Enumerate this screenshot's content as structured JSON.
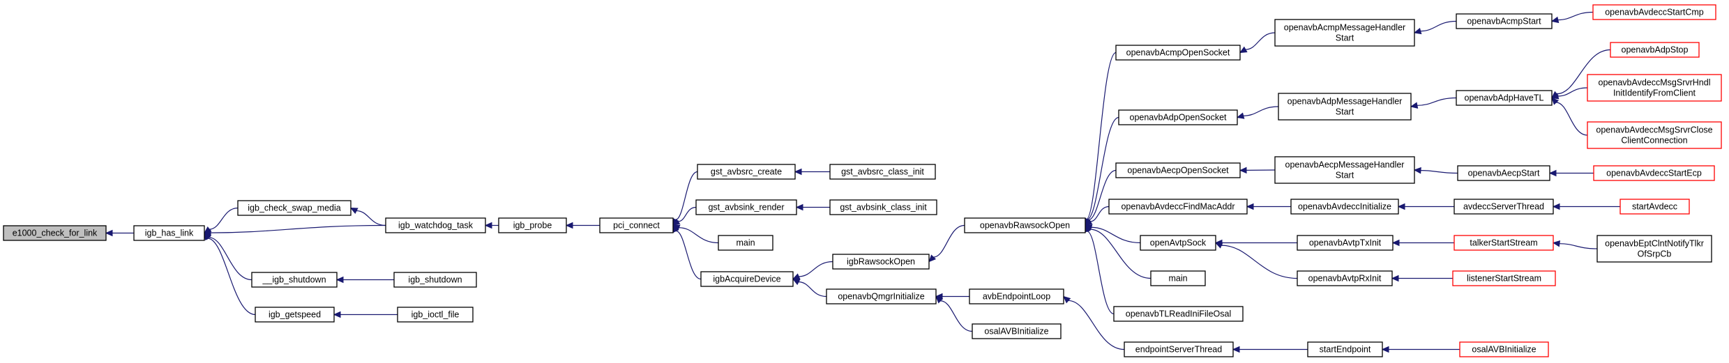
{
  "colors": {
    "edge": "#191970",
    "box_border": "#000000",
    "truncated_border": "#ff0000",
    "root_fill": "#bfbfbf"
  },
  "nodes": [
    {
      "id": "e1000_check_for_link",
      "lines": [
        "e1000_check_for_link"
      ],
      "style": "root"
    },
    {
      "id": "igb_has_link",
      "lines": [
        "igb_has_link"
      ]
    },
    {
      "id": "igb_check_swap_media",
      "lines": [
        "igb_check_swap_media"
      ]
    },
    {
      "id": "__igb_shutdown",
      "lines": [
        "__igb_shutdown"
      ]
    },
    {
      "id": "igb_getspeed",
      "lines": [
        "igb_getspeed"
      ]
    },
    {
      "id": "igb_watchdog_task",
      "lines": [
        "igb_watchdog_task"
      ]
    },
    {
      "id": "igb_shutdown",
      "lines": [
        "igb_shutdown"
      ]
    },
    {
      "id": "igb_ioctl_file",
      "lines": [
        "igb_ioctl_file"
      ]
    },
    {
      "id": "igb_probe",
      "lines": [
        "igb_probe"
      ]
    },
    {
      "id": "pci_connect",
      "lines": [
        "pci_connect"
      ]
    },
    {
      "id": "gst_avbsrc_create",
      "lines": [
        "gst_avbsrc_create"
      ]
    },
    {
      "id": "gst_avbsink_render",
      "lines": [
        "gst_avbsink_render"
      ]
    },
    {
      "id": "main_pci",
      "lines": [
        "main"
      ]
    },
    {
      "id": "igbAcquireDevice",
      "lines": [
        "igbAcquireDevice"
      ]
    },
    {
      "id": "gst_avbsrc_class_init",
      "lines": [
        "gst_avbsrc_class_init"
      ]
    },
    {
      "id": "gst_avbsink_class_init",
      "lines": [
        "gst_avbsink_class_init"
      ]
    },
    {
      "id": "igbRawsockOpen",
      "lines": [
        "igbRawsockOpen"
      ]
    },
    {
      "id": "openavbQmgrInitialize",
      "lines": [
        "openavbQmgrInitialize"
      ]
    },
    {
      "id": "openavbRawsockOpen",
      "lines": [
        "openavbRawsockOpen"
      ]
    },
    {
      "id": "avbEndpointLoop",
      "lines": [
        "avbEndpointLoop"
      ]
    },
    {
      "id": "osalAVBInitialize_a",
      "lines": [
        "osalAVBInitialize"
      ]
    },
    {
      "id": "openavbAcmpOpenSocket",
      "lines": [
        "openavbAcmpOpenSocket"
      ]
    },
    {
      "id": "openavbAdpOpenSocket",
      "lines": [
        "openavbAdpOpenSocket"
      ]
    },
    {
      "id": "openavbAecpOpenSocket",
      "lines": [
        "openavbAecpOpenSocket"
      ]
    },
    {
      "id": "openavbAvdeccFindMacAddr",
      "lines": [
        "openavbAvdeccFindMacAddr"
      ]
    },
    {
      "id": "openAvtpSock",
      "lines": [
        "openAvtpSock"
      ]
    },
    {
      "id": "main_raw",
      "lines": [
        "main"
      ]
    },
    {
      "id": "openavbTLReadIniFileOsal",
      "lines": [
        "openavbTLReadIniFileOsal"
      ]
    },
    {
      "id": "endpointServerThread",
      "lines": [
        "endpointServerThread"
      ]
    },
    {
      "id": "openavbAcmpMessageHandlerStart",
      "lines": [
        "openavbAcmpMessageHandler",
        "Start"
      ]
    },
    {
      "id": "openavbAdpMessageHandlerStart",
      "lines": [
        "openavbAdpMessageHandler",
        "Start"
      ]
    },
    {
      "id": "openavbAecpMessageHandlerStart",
      "lines": [
        "openavbAecpMessageHandler",
        "Start"
      ]
    },
    {
      "id": "openavbAvdeccInitialize",
      "lines": [
        "openavbAvdeccInitialize"
      ]
    },
    {
      "id": "openavbAvtpTxInit",
      "lines": [
        "openavbAvtpTxInit"
      ]
    },
    {
      "id": "openavbAvtpRxInit",
      "lines": [
        "openavbAvtpRxInit"
      ]
    },
    {
      "id": "startEndpoint",
      "lines": [
        "startEndpoint"
      ]
    },
    {
      "id": "openavbAcmpStart",
      "lines": [
        "openavbAcmpStart"
      ]
    },
    {
      "id": "openavbAdpHaveTL",
      "lines": [
        "openavbAdpHaveTL"
      ]
    },
    {
      "id": "openavbAecpStart",
      "lines": [
        "openavbAecpStart"
      ]
    },
    {
      "id": "avdeccServerThread",
      "lines": [
        "avdeccServerThread"
      ]
    },
    {
      "id": "talkerStartStream",
      "lines": [
        "talkerStartStream"
      ],
      "style": "truncated"
    },
    {
      "id": "listenerStartStream",
      "lines": [
        "listenerStartStream"
      ],
      "style": "truncated"
    },
    {
      "id": "osalAVBInitialize_b",
      "lines": [
        "osalAVBInitialize"
      ],
      "style": "truncated"
    },
    {
      "id": "openavbAvdeccStartCmp",
      "lines": [
        "openavbAvdeccStartCmp"
      ],
      "style": "truncated"
    },
    {
      "id": "openavbAdpStop",
      "lines": [
        "openavbAdpStop"
      ],
      "style": "truncated"
    },
    {
      "id": "openavbAvdeccMsgSrvrHndlInitIdentifyFromClient",
      "lines": [
        "openavbAvdeccMsgSrvrHndl",
        "InitIdentifyFromClient"
      ],
      "style": "truncated"
    },
    {
      "id": "openavbAvdeccMsgSrvrCloseClientConnection",
      "lines": [
        "openavbAvdeccMsgSrvrClose",
        "ClientConnection"
      ],
      "style": "truncated"
    },
    {
      "id": "openavbAvdeccStartEcp",
      "lines": [
        "openavbAvdeccStartEcp"
      ],
      "style": "truncated"
    },
    {
      "id": "startAvdecc",
      "lines": [
        "startAvdecc"
      ],
      "style": "truncated"
    },
    {
      "id": "openavbEptClntNotifyTlkrOfSrpCb",
      "lines": [
        "openavbEptClntNotifyTlkr",
        "OfSrpCb"
      ]
    }
  ],
  "edges": [
    [
      "igb_has_link",
      "e1000_check_for_link"
    ],
    [
      "igb_check_swap_media",
      "igb_has_link"
    ],
    [
      "igb_watchdog_task",
      "igb_has_link"
    ],
    [
      "__igb_shutdown",
      "igb_has_link"
    ],
    [
      "igb_getspeed",
      "igb_has_link"
    ],
    [
      "igb_watchdog_task",
      "igb_check_swap_media"
    ],
    [
      "igb_probe",
      "igb_watchdog_task"
    ],
    [
      "igb_shutdown",
      "__igb_shutdown"
    ],
    [
      "igb_ioctl_file",
      "igb_getspeed"
    ],
    [
      "pci_connect",
      "igb_probe"
    ],
    [
      "gst_avbsrc_create",
      "pci_connect"
    ],
    [
      "gst_avbsink_render",
      "pci_connect"
    ],
    [
      "main_pci",
      "pci_connect"
    ],
    [
      "igbAcquireDevice",
      "pci_connect"
    ],
    [
      "gst_avbsrc_class_init",
      "gst_avbsrc_create"
    ],
    [
      "gst_avbsink_class_init",
      "gst_avbsink_render"
    ],
    [
      "igbRawsockOpen",
      "igbAcquireDevice"
    ],
    [
      "openavbQmgrInitialize",
      "igbAcquireDevice"
    ],
    [
      "openavbRawsockOpen",
      "igbRawsockOpen"
    ],
    [
      "avbEndpointLoop",
      "openavbQmgrInitialize"
    ],
    [
      "osalAVBInitialize_a",
      "openavbQmgrInitialize"
    ],
    [
      "openavbAcmpOpenSocket",
      "openavbRawsockOpen"
    ],
    [
      "openavbAdpOpenSocket",
      "openavbRawsockOpen"
    ],
    [
      "openavbAecpOpenSocket",
      "openavbRawsockOpen"
    ],
    [
      "openavbAvdeccFindMacAddr",
      "openavbRawsockOpen"
    ],
    [
      "openAvtpSock",
      "openavbRawsockOpen"
    ],
    [
      "main_raw",
      "openavbRawsockOpen"
    ],
    [
      "openavbTLReadIniFileOsal",
      "openavbRawsockOpen"
    ],
    [
      "endpointServerThread",
      "avbEndpointLoop"
    ],
    [
      "openavbAcmpMessageHandlerStart",
      "openavbAcmpOpenSocket"
    ],
    [
      "openavbAdpMessageHandlerStart",
      "openavbAdpOpenSocket"
    ],
    [
      "openavbAecpMessageHandlerStart",
      "openavbAecpOpenSocket"
    ],
    [
      "openavbAvdeccInitialize",
      "openavbAvdeccFindMacAddr"
    ],
    [
      "openavbAvtpTxInit",
      "openAvtpSock"
    ],
    [
      "openavbAvtpRxInit",
      "openAvtpSock"
    ],
    [
      "startEndpoint",
      "endpointServerThread"
    ],
    [
      "openavbAcmpStart",
      "openavbAcmpMessageHandlerStart"
    ],
    [
      "openavbAdpHaveTL",
      "openavbAdpMessageHandlerStart"
    ],
    [
      "openavbAecpStart",
      "openavbAecpMessageHandlerStart"
    ],
    [
      "avdeccServerThread",
      "openavbAvdeccInitialize"
    ],
    [
      "talkerStartStream",
      "openavbAvtpTxInit"
    ],
    [
      "listenerStartStream",
      "openavbAvtpRxInit"
    ],
    [
      "osalAVBInitialize_b",
      "startEndpoint"
    ],
    [
      "openavbAvdeccStartCmp",
      "openavbAcmpStart"
    ],
    [
      "openavbAdpStop",
      "openavbAdpHaveTL"
    ],
    [
      "openavbAvdeccMsgSrvrHndlInitIdentifyFromClient",
      "openavbAdpHaveTL"
    ],
    [
      "openavbAvdeccMsgSrvrCloseClientConnection",
      "openavbAdpHaveTL"
    ],
    [
      "openavbAvdeccStartEcp",
      "openavbAecpStart"
    ],
    [
      "startAvdecc",
      "avdeccServerThread"
    ],
    [
      "openavbEptClntNotifyTlkrOfSrpCb",
      "talkerStartStream"
    ]
  ]
}
